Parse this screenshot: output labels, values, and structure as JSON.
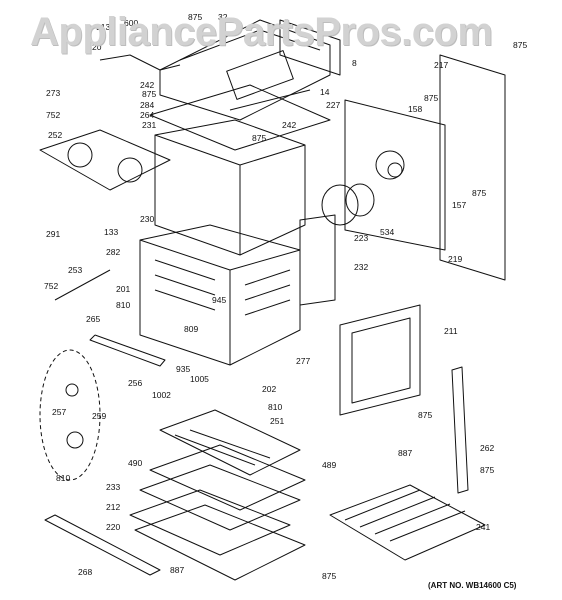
{
  "watermark": "AppliancePartsPros.com",
  "art_number": "(ART NO. WB14600 C5)",
  "part_labels": [
    "875",
    "32",
    "600",
    "913",
    "20",
    "8",
    "217",
    "875",
    "273",
    "242",
    "875",
    "284",
    "264",
    "14",
    "227",
    "875",
    "158",
    "752",
    "231",
    "242",
    "875",
    "252",
    "875",
    "157",
    "230",
    "223",
    "534",
    "291",
    "133",
    "219",
    "282",
    "232",
    "253",
    "752",
    "945",
    "201",
    "810",
    "265",
    "809",
    "211",
    "277",
    "935",
    "256",
    "1005",
    "202",
    "257",
    "1002",
    "810",
    "259",
    "875",
    "251",
    "490",
    "887",
    "262",
    "489",
    "875",
    "810",
    "233",
    "212",
    "241",
    "220",
    "268",
    "887",
    "875"
  ]
}
